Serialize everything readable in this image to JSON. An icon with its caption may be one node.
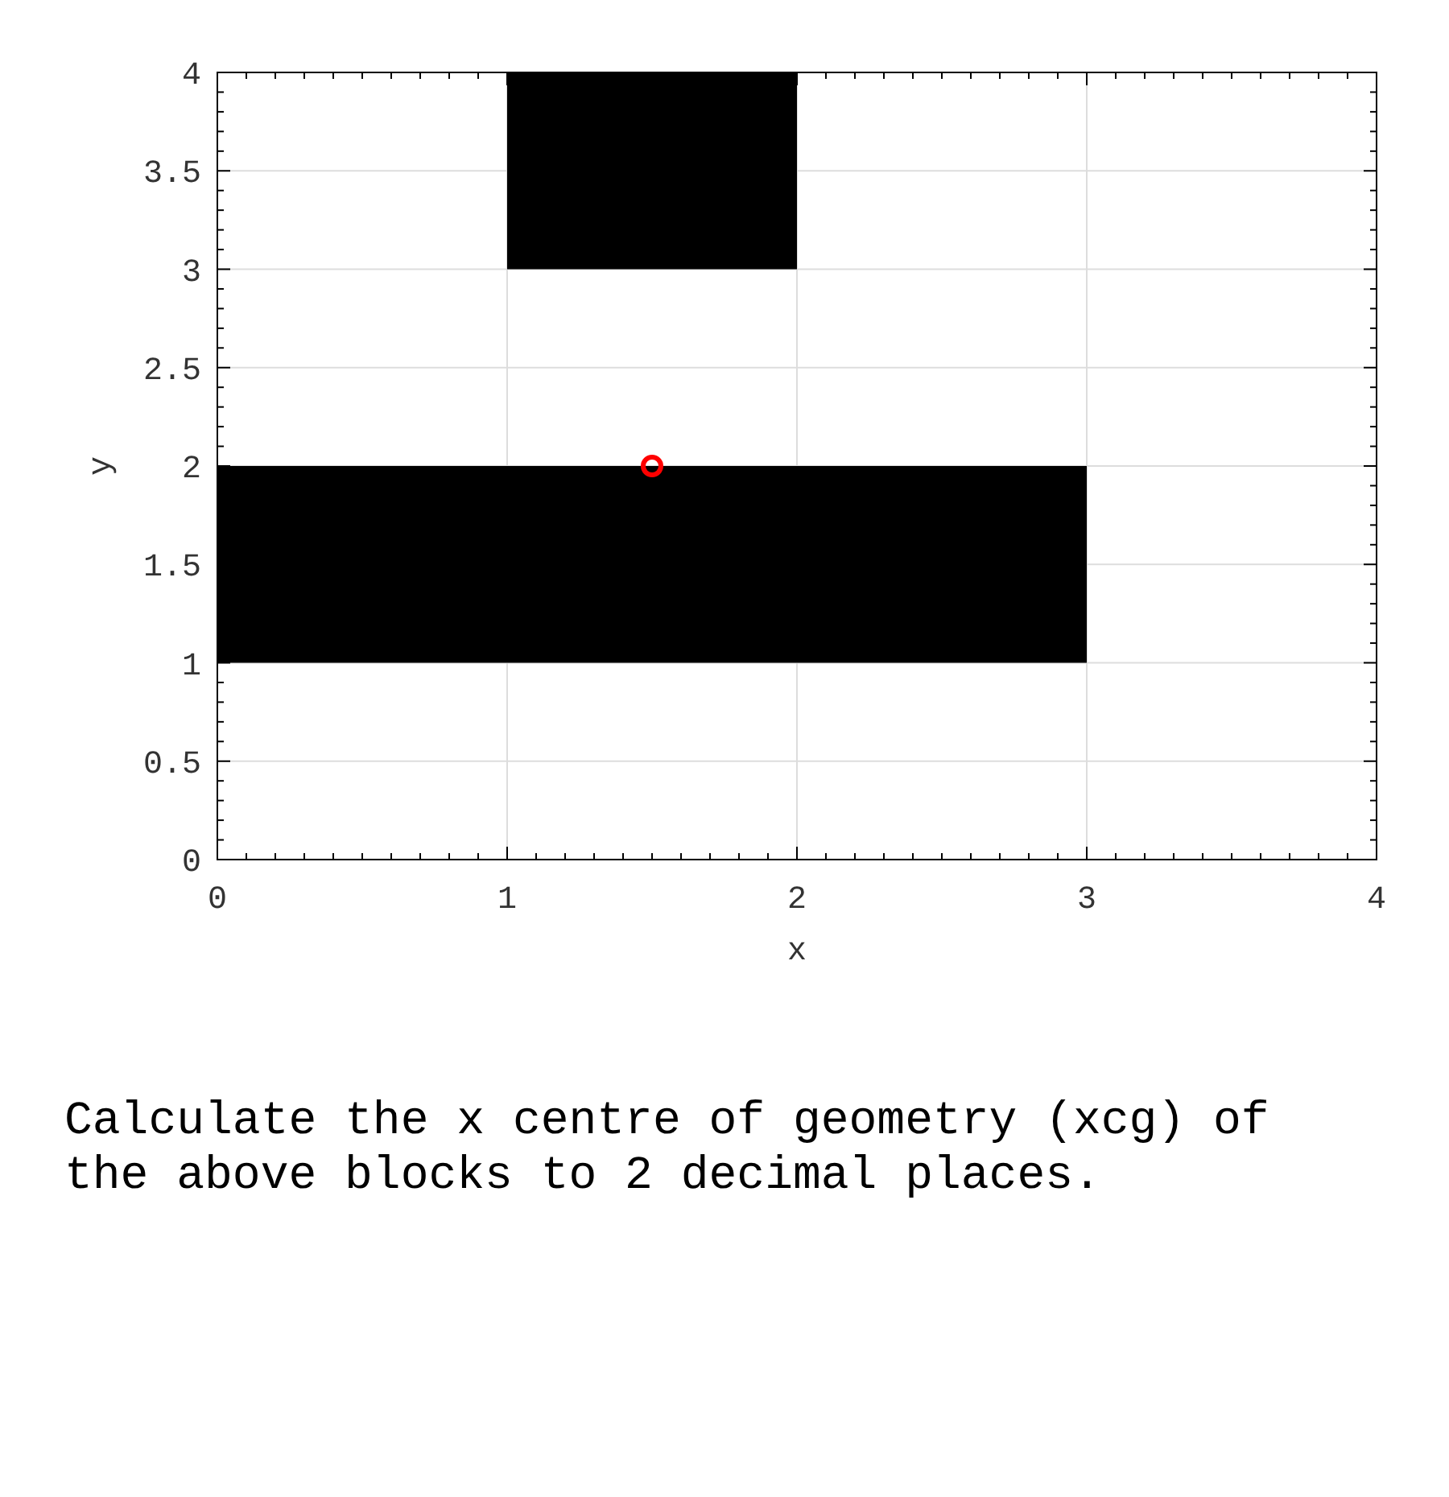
{
  "diagram": {
    "nodes": [
      {
        "text": [],
        "shape": "box"
      },
      {
        "text": [],
        "shape": "box"
      }
    ],
    "caption": "Calculate the x centre of geometry (xcg) of the above blocks to 2 decimal places.",
    "chart_data": {
      "type": "scatter",
      "xlabel": "x",
      "ylabel": "y",
      "xlim": [
        0,
        4
      ],
      "ylim": [
        0,
        4
      ],
      "xticks": [
        0,
        1,
        2,
        3,
        4
      ],
      "yticks": [
        0,
        {
          "value": 0.5,
          "label": "0.5"
        },
        1,
        {
          "value": 1.5,
          "label": "1.5"
        },
        2,
        {
          "value": 2.5,
          "label": "2.5"
        },
        3,
        {
          "value": 3.5,
          "label": "3.5"
        },
        4
      ],
      "grid": true,
      "series": [
        {
          "color": "#ff0000",
          "x": [
            1.5
          ],
          "values": [
            2
          ]
        }
      ]
    }
  }
}
